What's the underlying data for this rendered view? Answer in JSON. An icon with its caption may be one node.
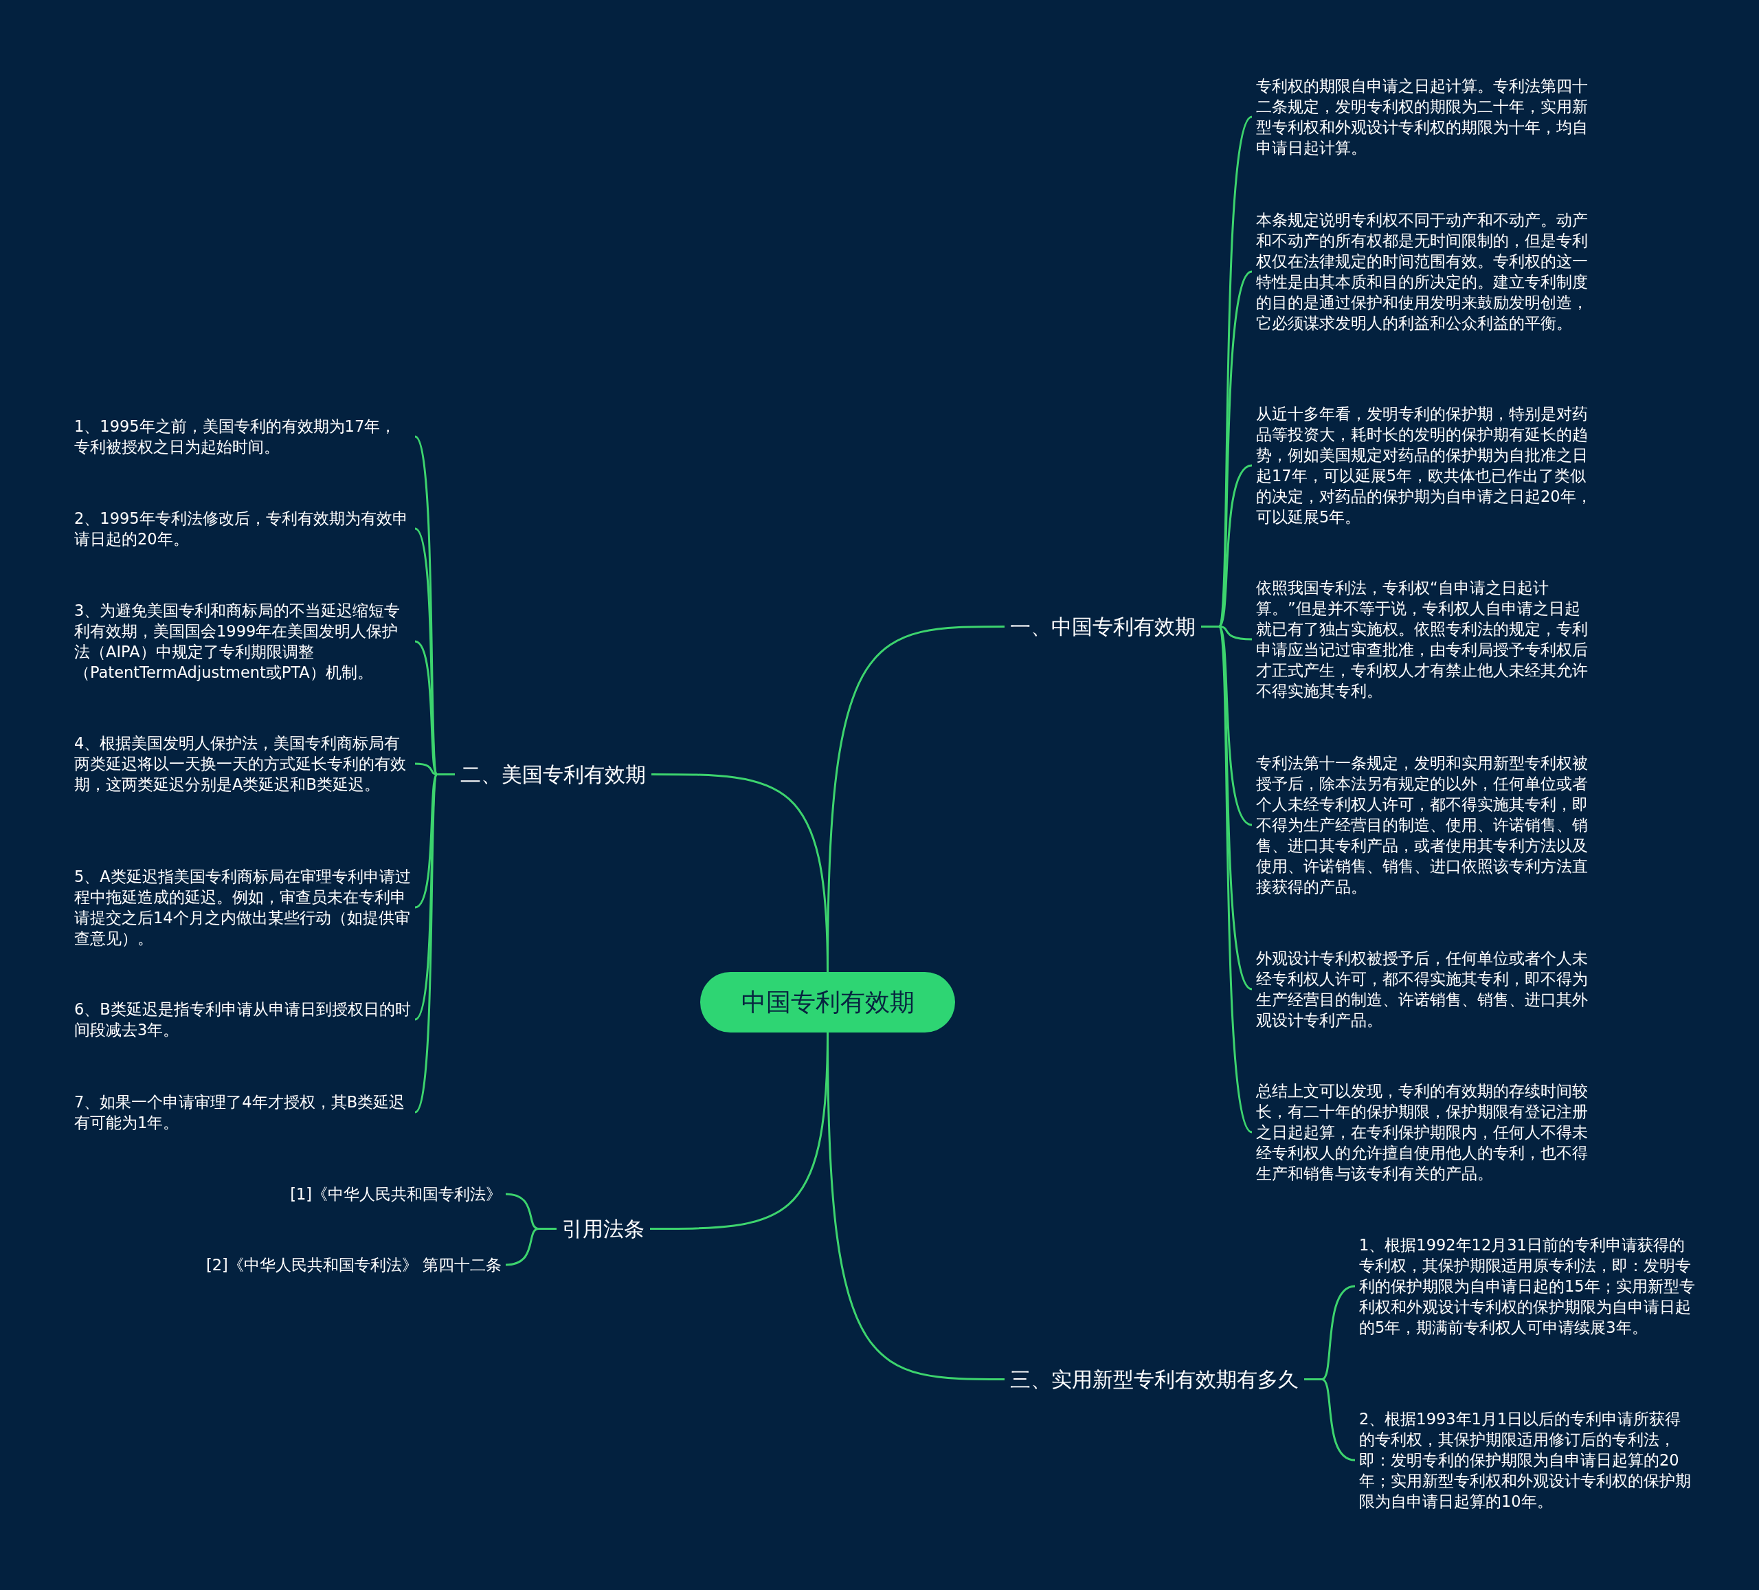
{
  "diagram": {
    "nodes": [
      {
        "text": [
          "中国专利有效期"
        ]
      },
      {
        "text": [
          "一、中国专利有效期"
        ]
      },
      {
        "text": [
          "专利权的期限自申请之日起计算。专利法第四十二条规定，发明专利权的期限为二十年，实用新型专利权和外观设计专利权的期限为十年，均自申请日起计算。"
        ]
      },
      {
        "text": [
          "本条规定说明专利权不同于动产和不动产。动产和不动产的所有权都是无时间限制的，但是专利权仅在法律规定的时间范围有效。专利权的这一特性是由其本质和目的所决定的。建立专利制度的目的是通过保护和使用发明来鼓励发明创造，它必须谋求发明人的利益和公众利益的平衡。"
        ]
      },
      {
        "text": [
          "从近十多年看，发明专利的保护期，特别是对药品等投资大，耗时长的发明的保护期有延长的趋势，例如美国规定对药品的保护期为自批准之日起17年，可以延展5年，欧共体也已作出了类似的决定，对药品的保护期为自申请之日起20年，可以延展5年。"
        ]
      },
      {
        "text": [
          "依照我国专利法，专利权“自申请之日起计算。”但是并不等于说，专利权人自申请之日起就已有了独占实施权。依照专利法的规定，专利申请应当记过审查批准，由专利局授予专利权后才正式产生，专利权人才有禁止他人未经其允许不得实施其专利。"
        ]
      },
      {
        "text": [
          "专利法第十一条规定，发明和实用新型专利权被授予后，除本法另有规定的以外，任何单位或者个人未经专利权人许可，都不得实施其专利，即不得为生产经营目的制造、使用、许诺销售、销售、进口其专利产品，或者使用其专利方法以及使用、许诺销售、销售、进口依照该专利方法直接获得的产品。"
        ]
      },
      {
        "text": [
          "外观设计专利权被授予后，任何单位或者个人未经专利权人许可，都不得实施其专利，即不得为生产经营目的制造、许诺销售、销售、进口其外观设计专利产品。"
        ]
      },
      {
        "text": [
          "总结上文可以发现，专利的有效期的存续时间较长，有二十年的保护期限，保护期限有登记注册之日起起算，在专利保护期限内，任何人不得未经专利权人的允许擅自使用他人的专利，也不得生产和销售与该专利有关的产品。"
        ]
      },
      {
        "text": [
          "二、美国专利有效期"
        ]
      },
      {
        "text": [
          "1、1995年之前，美国专利的有效期为17年，专利被授权之日为起始时间。"
        ]
      },
      {
        "text": [
          "2、1995年专利法修改后，专利有效期为有效申请日起的20年。"
        ]
      },
      {
        "text": [
          "3、为避免美国专利和商标局的不当延迟缩短专利有效期，美国国会1999年在美国发明人保护法（AIPA）中规定了专利期限调整（PatentTermAdjustment或PTA）机制。"
        ]
      },
      {
        "text": [
          "4、根据美国发明人保护法，美国专利商标局有两类延迟将以一天换一天的方式延长专利的有效期，这两类延迟分别是A类延迟和B类延迟。"
        ]
      },
      {
        "text": [
          "5、A类延迟指美国专利商标局在审理专利申请过程中拖延造成的延迟。例如，审查员未在专利申请提交之后14个月之内做出某些行动（如提供审查意见）。"
        ]
      },
      {
        "text": [
          "6、B类延迟是指专利申请从申请日到授权日的时间段减去3年。"
        ]
      },
      {
        "text": [
          "7、如果一个申请审理了4年才授权，其B类延迟有可能为1年。"
        ]
      },
      {
        "text": [
          "引用法条"
        ]
      },
      {
        "text": [
          "[1]《中华人民共和国专利法》"
        ]
      },
      {
        "text": [
          "[2]《中华人民共和国专利法》 第四十二条"
        ]
      },
      {
        "text": [
          "三、实用新型专利有效期有多久"
        ]
      },
      {
        "text": [
          "1、根据1992年12月31日前的专利申请获得的专利权，其保护期限适用原专利法，即：发明专利的保护期限为自申请日起的15年；实用新型专利权和外观设计专利权的保护期限为自申请日起的5年，期满前专利权人可申请续展3年。"
        ]
      },
      {
        "text": [
          "2、根据1993年1月1日以后的专利申请所获得的专利权，其保护期限适用修订后的专利法，即：发明专利的保护期限为自申请日起算的20年；实用新型专利权和外观设计专利权的保护期限为自申请日起算的10年。"
        ]
      }
    ],
    "edges": [
      {
        "from": 0,
        "to": 1,
        "arrow": "none"
      },
      {
        "from": 1,
        "to": 2,
        "arrow": "none"
      },
      {
        "from": 1,
        "to": 3,
        "arrow": "none"
      },
      {
        "from": 1,
        "to": 4,
        "arrow": "none"
      },
      {
        "from": 1,
        "to": 5,
        "arrow": "none"
      },
      {
        "from": 1,
        "to": 6,
        "arrow": "none"
      },
      {
        "from": 1,
        "to": 7,
        "arrow": "none"
      },
      {
        "from": 1,
        "to": 8,
        "arrow": "none"
      },
      {
        "from": 0,
        "to": 9,
        "arrow": "none"
      },
      {
        "from": 9,
        "to": 10,
        "arrow": "none"
      },
      {
        "from": 9,
        "to": 11,
        "arrow": "none"
      },
      {
        "from": 9,
        "to": 12,
        "arrow": "none"
      },
      {
        "from": 9,
        "to": 13,
        "arrow": "none"
      },
      {
        "from": 9,
        "to": 14,
        "arrow": "none"
      },
      {
        "from": 9,
        "to": 15,
        "arrow": "none"
      },
      {
        "from": 9,
        "to": 16,
        "arrow": "none"
      },
      {
        "from": 0,
        "to": 17,
        "arrow": "none"
      },
      {
        "from": 17,
        "to": 18,
        "arrow": "none"
      },
      {
        "from": 17,
        "to": 19,
        "arrow": "none"
      },
      {
        "from": 0,
        "to": 20,
        "arrow": "none"
      },
      {
        "from": 20,
        "to": 21,
        "arrow": "none"
      },
      {
        "from": 20,
        "to": 22,
        "arrow": "none"
      }
    ]
  }
}
